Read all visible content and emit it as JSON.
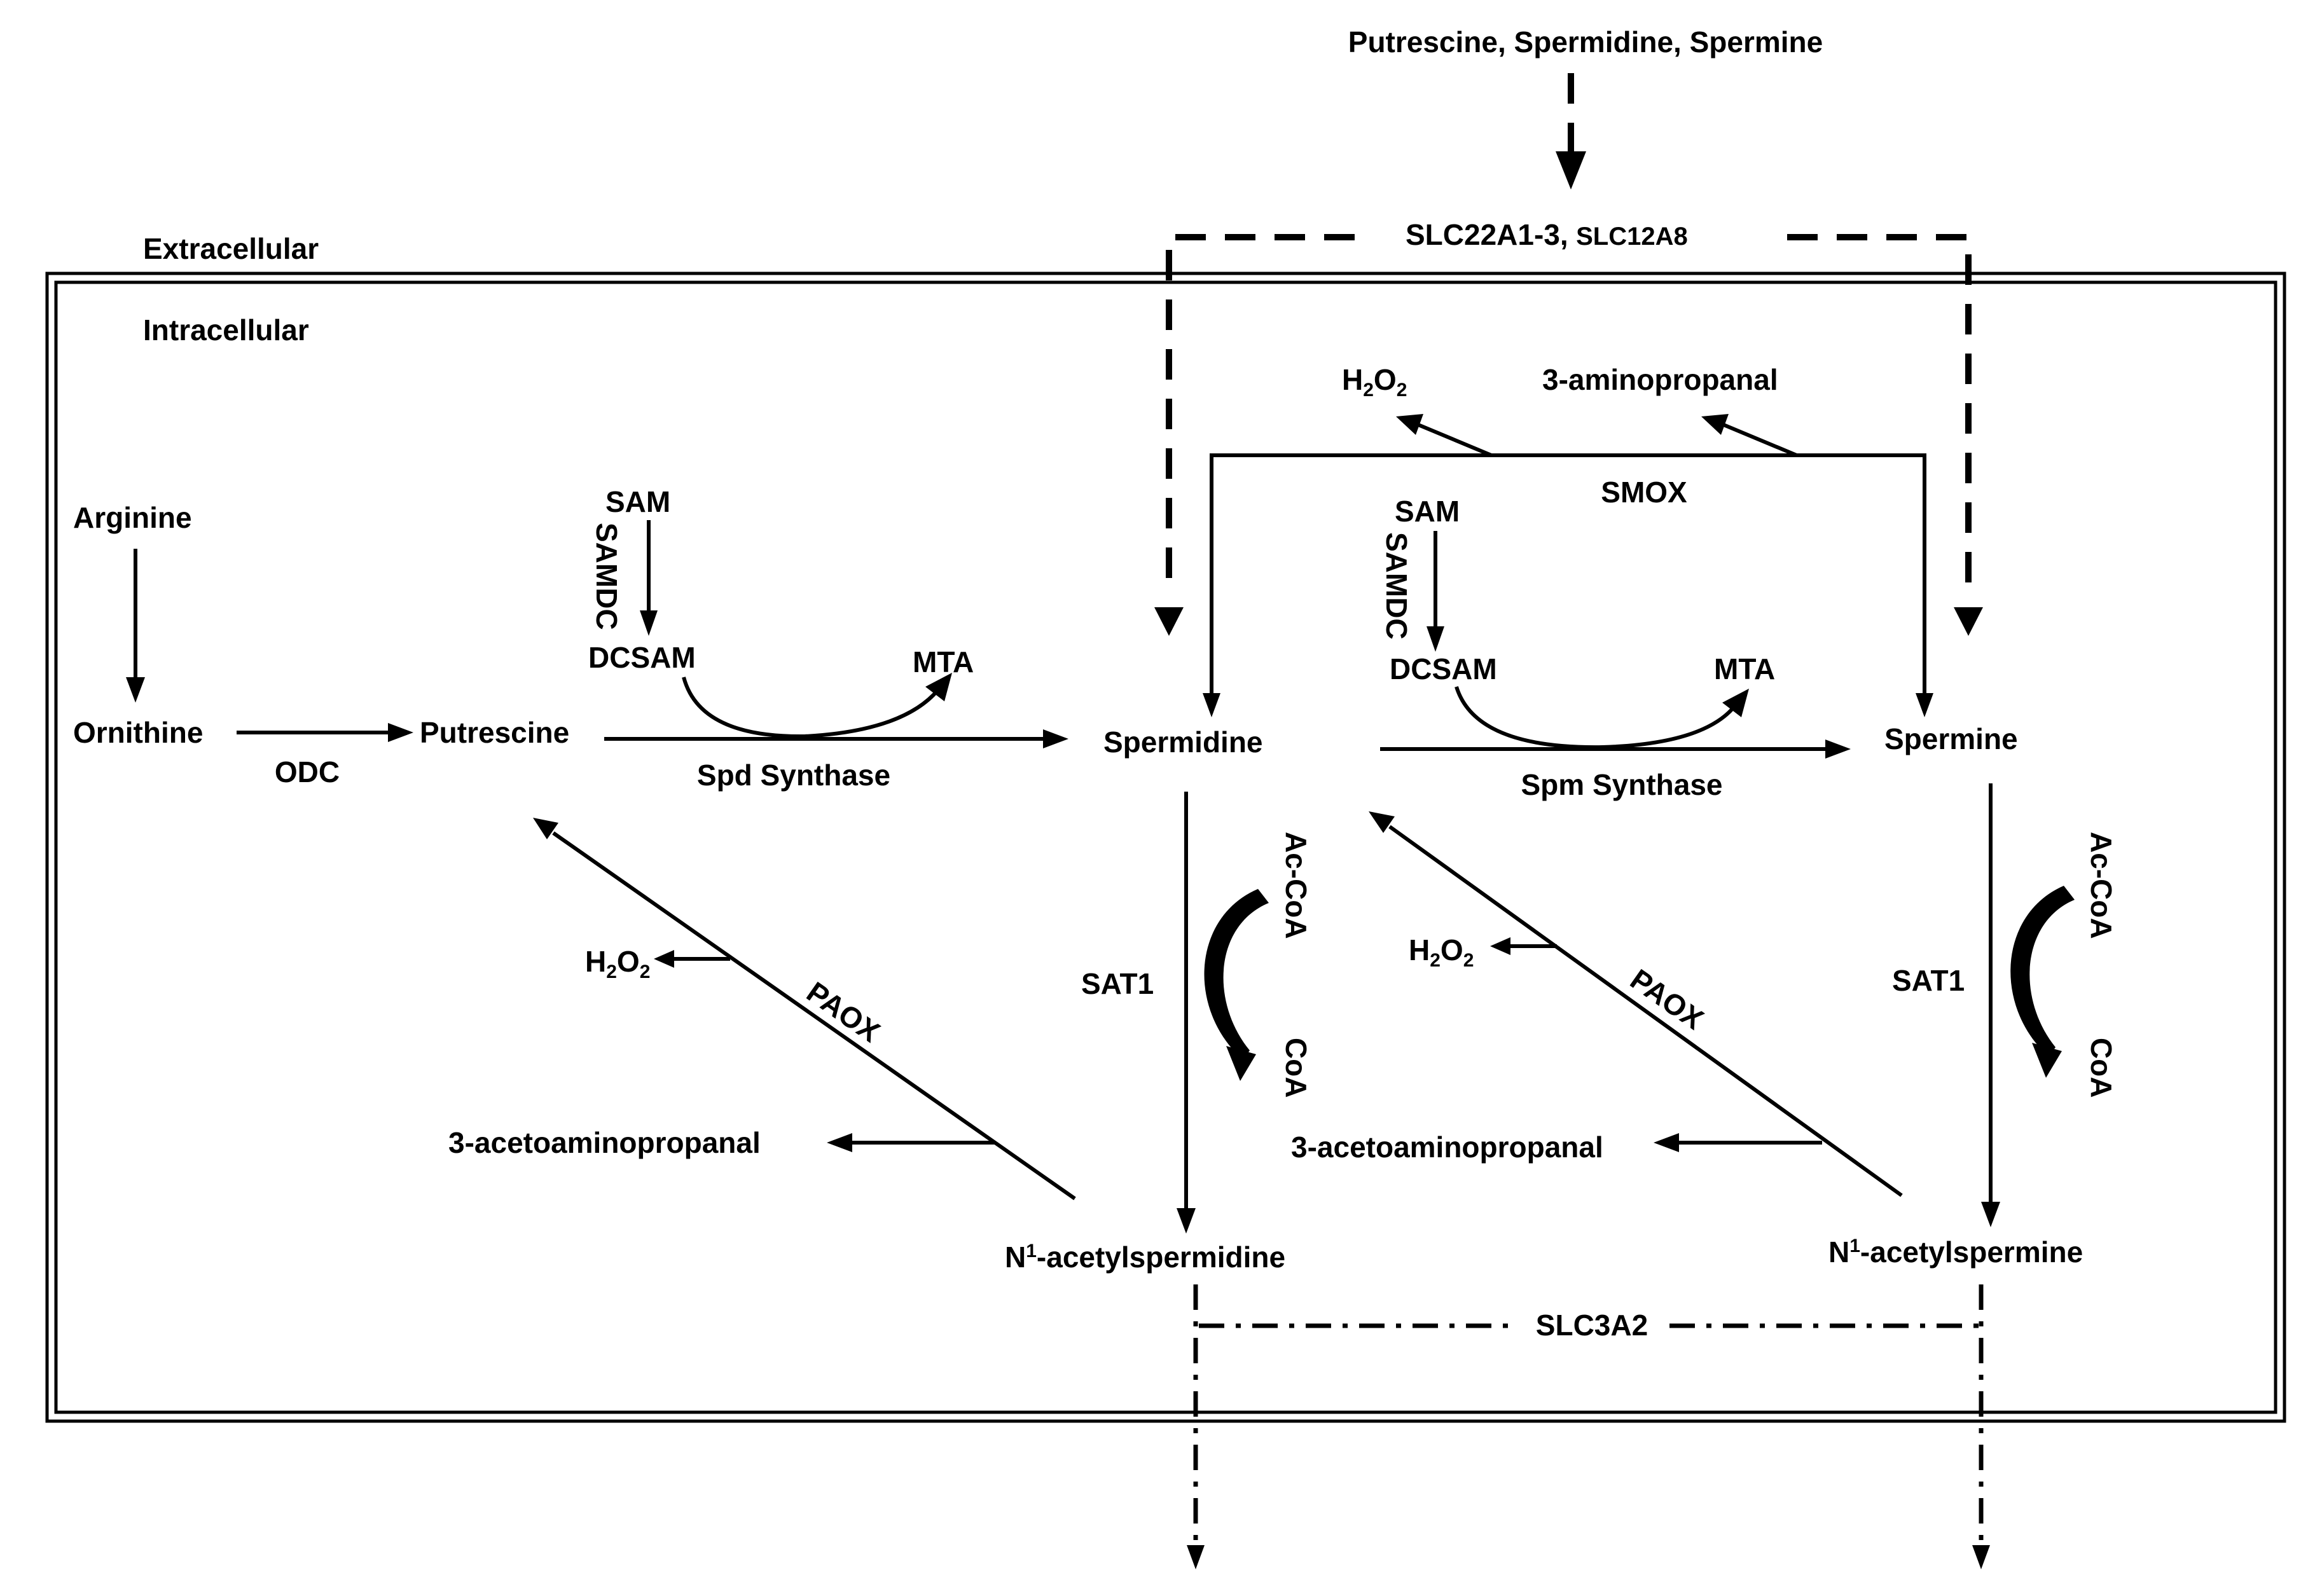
{
  "labels": {
    "transport_substrates": "Putrescine, Spermidine, Spermine",
    "importer_main": "SLC22A1-3,",
    "importer_secondary": "SLC12A8",
    "extracellular": "Extracellular",
    "intracellular": "Intracellular",
    "arginine": "Arginine",
    "ornithine": "Ornithine",
    "odc": "ODC",
    "putrescine": "Putrescine",
    "spd_synthase": "Spd Synthase",
    "spermidine": "Spermidine",
    "spm_synthase": "Spm Synthase",
    "spermine": "Spermine",
    "sam_left": "SAM",
    "samdc_left": "SAMDC",
    "dcsam_left": "DCSAM",
    "mta_left": "MTA",
    "sam_right": "SAM",
    "samdc_right": "SAMDC",
    "dcsam_right": "DCSAM",
    "mta_right": "MTA",
    "h2o2_top": {
      "main": "H",
      "sub1": "2",
      "mid": "O",
      "sub2": "2"
    },
    "aminopropanal": "3-aminopropanal",
    "smox": "SMOX",
    "h2o2_left": {
      "main": "H",
      "sub1": "2",
      "mid": "O",
      "sub2": "2"
    },
    "h2o2_right": {
      "main": "H",
      "sub1": "2",
      "mid": "O",
      "sub2": "2"
    },
    "paox_left": "PAOX",
    "paox_right": "PAOX",
    "acetoaminopropanal_left": "3-acetoaminopropanal",
    "acetoaminopropanal_right": "3-acetoaminopropanal",
    "sat1_left": "SAT1",
    "sat1_right": "SAT1",
    "accoa_left": "Ac-CoA",
    "coa_left": "CoA",
    "accoa_right": "Ac-CoA",
    "coa_right": "CoA",
    "n1_acetylspermidine": {
      "prefix": "N",
      "sup": "1",
      "rest": "-acetylspermidine"
    },
    "n1_acetylspermine": {
      "prefix": "N",
      "sup": "1",
      "rest": "-acetylspermine"
    },
    "exporter": "SLC3A2"
  }
}
